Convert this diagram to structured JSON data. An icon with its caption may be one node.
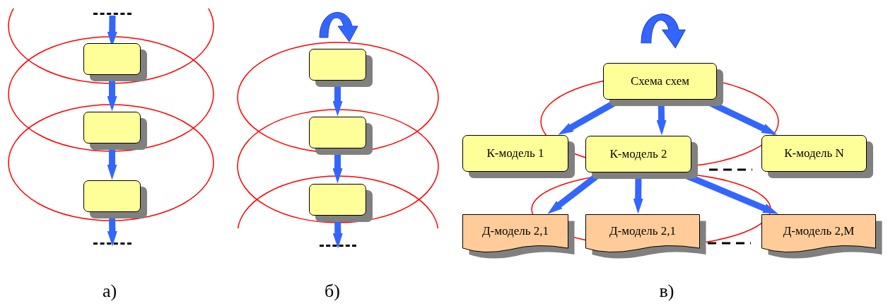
{
  "diagram": {
    "nodes": [
      {
        "text": [],
        "shape": "box"
      },
      {
        "text": [],
        "shape": "box"
      },
      {
        "text": [],
        "shape": "box"
      },
      {
        "text": [],
        "shape": "box"
      },
      {
        "text": [],
        "shape": "box"
      },
      {
        "text": [],
        "shape": "box"
      },
      {
        "text": [
          "Схема схем"
        ]
      },
      {
        "text": [
          "К-модель 1"
        ]
      },
      {
        "text": [
          "К-модель 2"
        ]
      },
      {
        "text": [
          "К-модель N"
        ]
      },
      {
        "text": [
          "Д-модель 2,1"
        ]
      },
      {
        "text": [
          "Д-модель 2,1"
        ]
      },
      {
        "text": [
          "Д-модель 2,M"
        ]
      },
      {
        "text": [],
        "shape": "bar"
      },
      {
        "text": [],
        "shape": "bar"
      },
      {
        "text": [],
        "shape": "bar"
      }
    ],
    "edges": [
      {
        "from": 13,
        "to": 0,
        "arrow": "to"
      },
      {
        "from": 0,
        "to": 1,
        "arrow": "to"
      },
      {
        "from": 1,
        "to": 2,
        "arrow": "to"
      },
      {
        "from": 2,
        "to": 14,
        "arrow": "to"
      },
      {
        "from": 3,
        "to": 4,
        "arrow": "to"
      },
      {
        "from": 4,
        "to": 5,
        "arrow": "to"
      },
      {
        "from": 5,
        "to": 15,
        "arrow": "to"
      },
      {
        "from": 6,
        "to": 7,
        "arrow": "to"
      },
      {
        "from": 6,
        "to": 8,
        "arrow": "to"
      },
      {
        "from": 6,
        "to": 9,
        "arrow": "to"
      },
      {
        "from": 8,
        "to": 10,
        "arrow": "to"
      },
      {
        "from": 8,
        "to": 11,
        "arrow": "to"
      },
      {
        "from": 8,
        "to": 12,
        "arrow": "to"
      }
    ],
    "labels": [
      "а)",
      "б)",
      "в)"
    ]
  }
}
